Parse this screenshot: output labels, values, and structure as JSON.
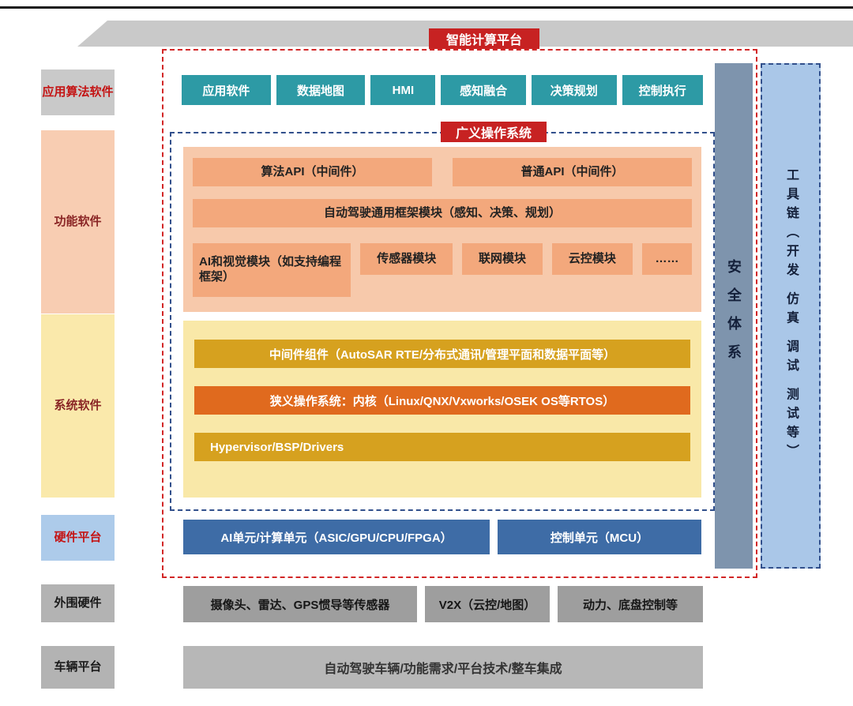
{
  "diagram": {
    "title": "智能计算平台",
    "gos_title": "广义操作系统"
  },
  "left_labels": [
    "应用算法软件",
    "功能软件",
    "系统软件",
    "硬件平台",
    "外围硬件",
    "车辆平台"
  ],
  "app_row": [
    "应用软件",
    "数据地图",
    "HMI",
    "感知融合",
    "决策规划",
    "控制执行"
  ],
  "functional": {
    "api_row": [
      "算法API（中间件）",
      "普通API（中间件）"
    ],
    "framework": "自动驾驶通用框架模块（感知、决策、规划）",
    "modules": [
      "AI和视觉模块（如支持编程框架）",
      "传感器模块",
      "联网模块",
      "云控模块",
      "……"
    ]
  },
  "system": {
    "middleware": "中间件组件（AutoSAR RTE/分布式通讯/管理平面和数据平面等）",
    "kernel": "狭义操作系统：内核（Linux/QNX/Vxworks/OSEK OS等RTOS）",
    "hypervisor": "Hypervisor/BSP/Drivers"
  },
  "hardware": [
    "AI单元/计算单元（ASIC/GPU/CPU/FPGA）",
    "控制单元（MCU）"
  ],
  "columns": {
    "security": "安全体系",
    "toolchain": "工具链（开发 仿真 调试 测试等）"
  },
  "peripheral": [
    "摄像头、雷达、GPS惯导等传感器",
    "V2X（云控/地图）",
    "动力、底盘控制等"
  ],
  "vehicle": "自动驾驶车辆/功能需求/平台技术/整车集成",
  "colors": {
    "app_box_teal": "#2d9aa5",
    "functional_panel": "#f7c9ab",
    "functional_box": "#f3a87c",
    "system_panel": "#f9e8a8",
    "middleware_gold": "#d6a11f",
    "kernel_orange": "#e06a1e",
    "hardware_blue": "#3e6ca6",
    "security_column": "#7e94ad",
    "toolchain_column": "#aac7e8",
    "red_tag": "#c72222",
    "red_dash_border": "#d22626",
    "blue_dash_border": "#32508c",
    "gray_box": "#9e9e9e",
    "vehicle_box": "#b7b7b7",
    "label_red_text": "#c41414"
  }
}
